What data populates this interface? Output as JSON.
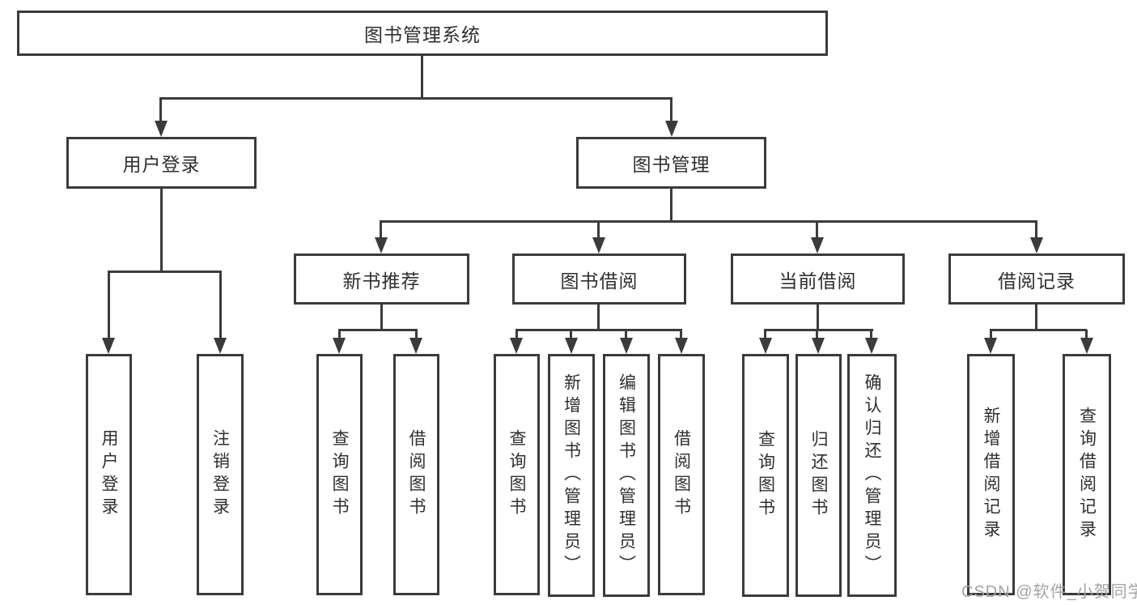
{
  "nodes": {
    "root": "图书管理系统",
    "login": "用户登录",
    "mgmt": "图书管理",
    "rec": "新书推荐",
    "borrow": "图书借阅",
    "current": "当前借阅",
    "records": "借阅记录",
    "l_login": "用户登录",
    "l_logout": "注销登录",
    "l_query1": "查询图书",
    "l_borrow1": "借阅图书",
    "l_query2": "查询图书",
    "l_add_book": "新增图书（管理员）",
    "l_edit_book": "编辑图书（管理员）",
    "l_borrow2": "借阅图书",
    "l_query3": "查询图书",
    "l_return": "归还图书",
    "l_confirm_return": "确认归还（管理员）",
    "l_add_record": "新增借阅记录",
    "l_query_record": "查询借阅记录",
    "hierarchy": [
      {
        "parent": "图书管理系统",
        "children": [
          "用户登录",
          "图书管理"
        ]
      },
      {
        "parent": "用户登录",
        "children": [
          "用户登录",
          "注销登录"
        ]
      },
      {
        "parent": "图书管理",
        "children": [
          "新书推荐",
          "图书借阅",
          "当前借阅",
          "借阅记录"
        ]
      },
      {
        "parent": "新书推荐",
        "children": [
          "查询图书",
          "借阅图书"
        ]
      },
      {
        "parent": "图书借阅",
        "children": [
          "查询图书",
          "新增图书（管理员）",
          "编辑图书（管理员）",
          "借阅图书"
        ]
      },
      {
        "parent": "当前借阅",
        "children": [
          "查询图书",
          "归还图书",
          "确认归还（管理员）"
        ]
      },
      {
        "parent": "借阅记录",
        "children": [
          "新增借阅记录",
          "查询借阅记录"
        ]
      }
    ]
  },
  "watermark": "CSDN @软件_小贺同学",
  "colors": {
    "line": "#3b3b3b",
    "text": "#2f2f2f",
    "background": "#ffffff",
    "watermark": "#a3a3a3"
  }
}
